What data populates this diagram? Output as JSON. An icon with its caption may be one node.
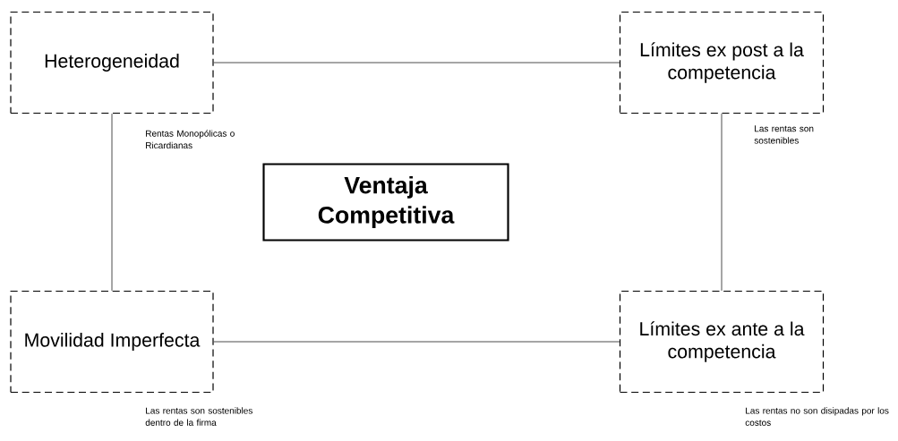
{
  "diagram": {
    "nodes": [
      {
        "text": [
          "Heterogeneidad"
        ],
        "beside": [
          "Rentas Monopólicas o Ricardianas"
        ]
      },
      {
        "text": [
          "Límites ex post a la competencia"
        ],
        "beside": [
          "Las rentas son sostenibles"
        ]
      },
      {
        "text": [
          "Ventaja Competitiva"
        ]
      },
      {
        "text": [
          "Movilidad Imperfecta"
        ],
        "beside": [
          "Las rentas son sostenibles dentro de la firma"
        ]
      },
      {
        "text": [
          "Límites ex ante a la competencia"
        ],
        "beside": [
          "Las rentas no son disipadas por los costos"
        ]
      }
    ],
    "edges": [
      {
        "from": 0,
        "to": 1,
        "arrow": "none"
      },
      {
        "from": 0,
        "to": 3,
        "arrow": "none"
      },
      {
        "from": 1,
        "to": 4,
        "arrow": "none"
      },
      {
        "from": 3,
        "to": 4,
        "arrow": "none"
      }
    ]
  }
}
